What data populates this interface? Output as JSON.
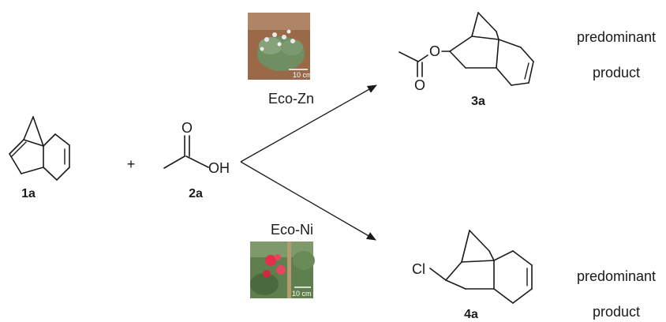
{
  "reactants": {
    "compound_1": {
      "label": "1a"
    },
    "plus": "+",
    "compound_2": {
      "label": "2a",
      "atoms": {
        "carbonyl_o": "O",
        "hydroxyl": "OH"
      }
    }
  },
  "conditions": {
    "top": {
      "catalyst": "Eco-Zn",
      "scale_label": "10 cm"
    },
    "bottom": {
      "catalyst": "Eco-Ni",
      "scale_label": "10 cm"
    }
  },
  "products": {
    "top": {
      "label": "3a",
      "atoms": {
        "ester_o": "O",
        "carbonyl_o": "O"
      },
      "note_line1": "predominant",
      "note_line2": "product"
    },
    "bottom": {
      "label": "4a",
      "atoms": {
        "halogen": "Cl"
      },
      "note_line1": "predominant",
      "note_line2": "product"
    }
  },
  "colors": {
    "ink": "#1a1a1a",
    "soil": "#8a5a3a",
    "foliage_green": "#5f7f4f",
    "flower_red": "#e0304a"
  }
}
